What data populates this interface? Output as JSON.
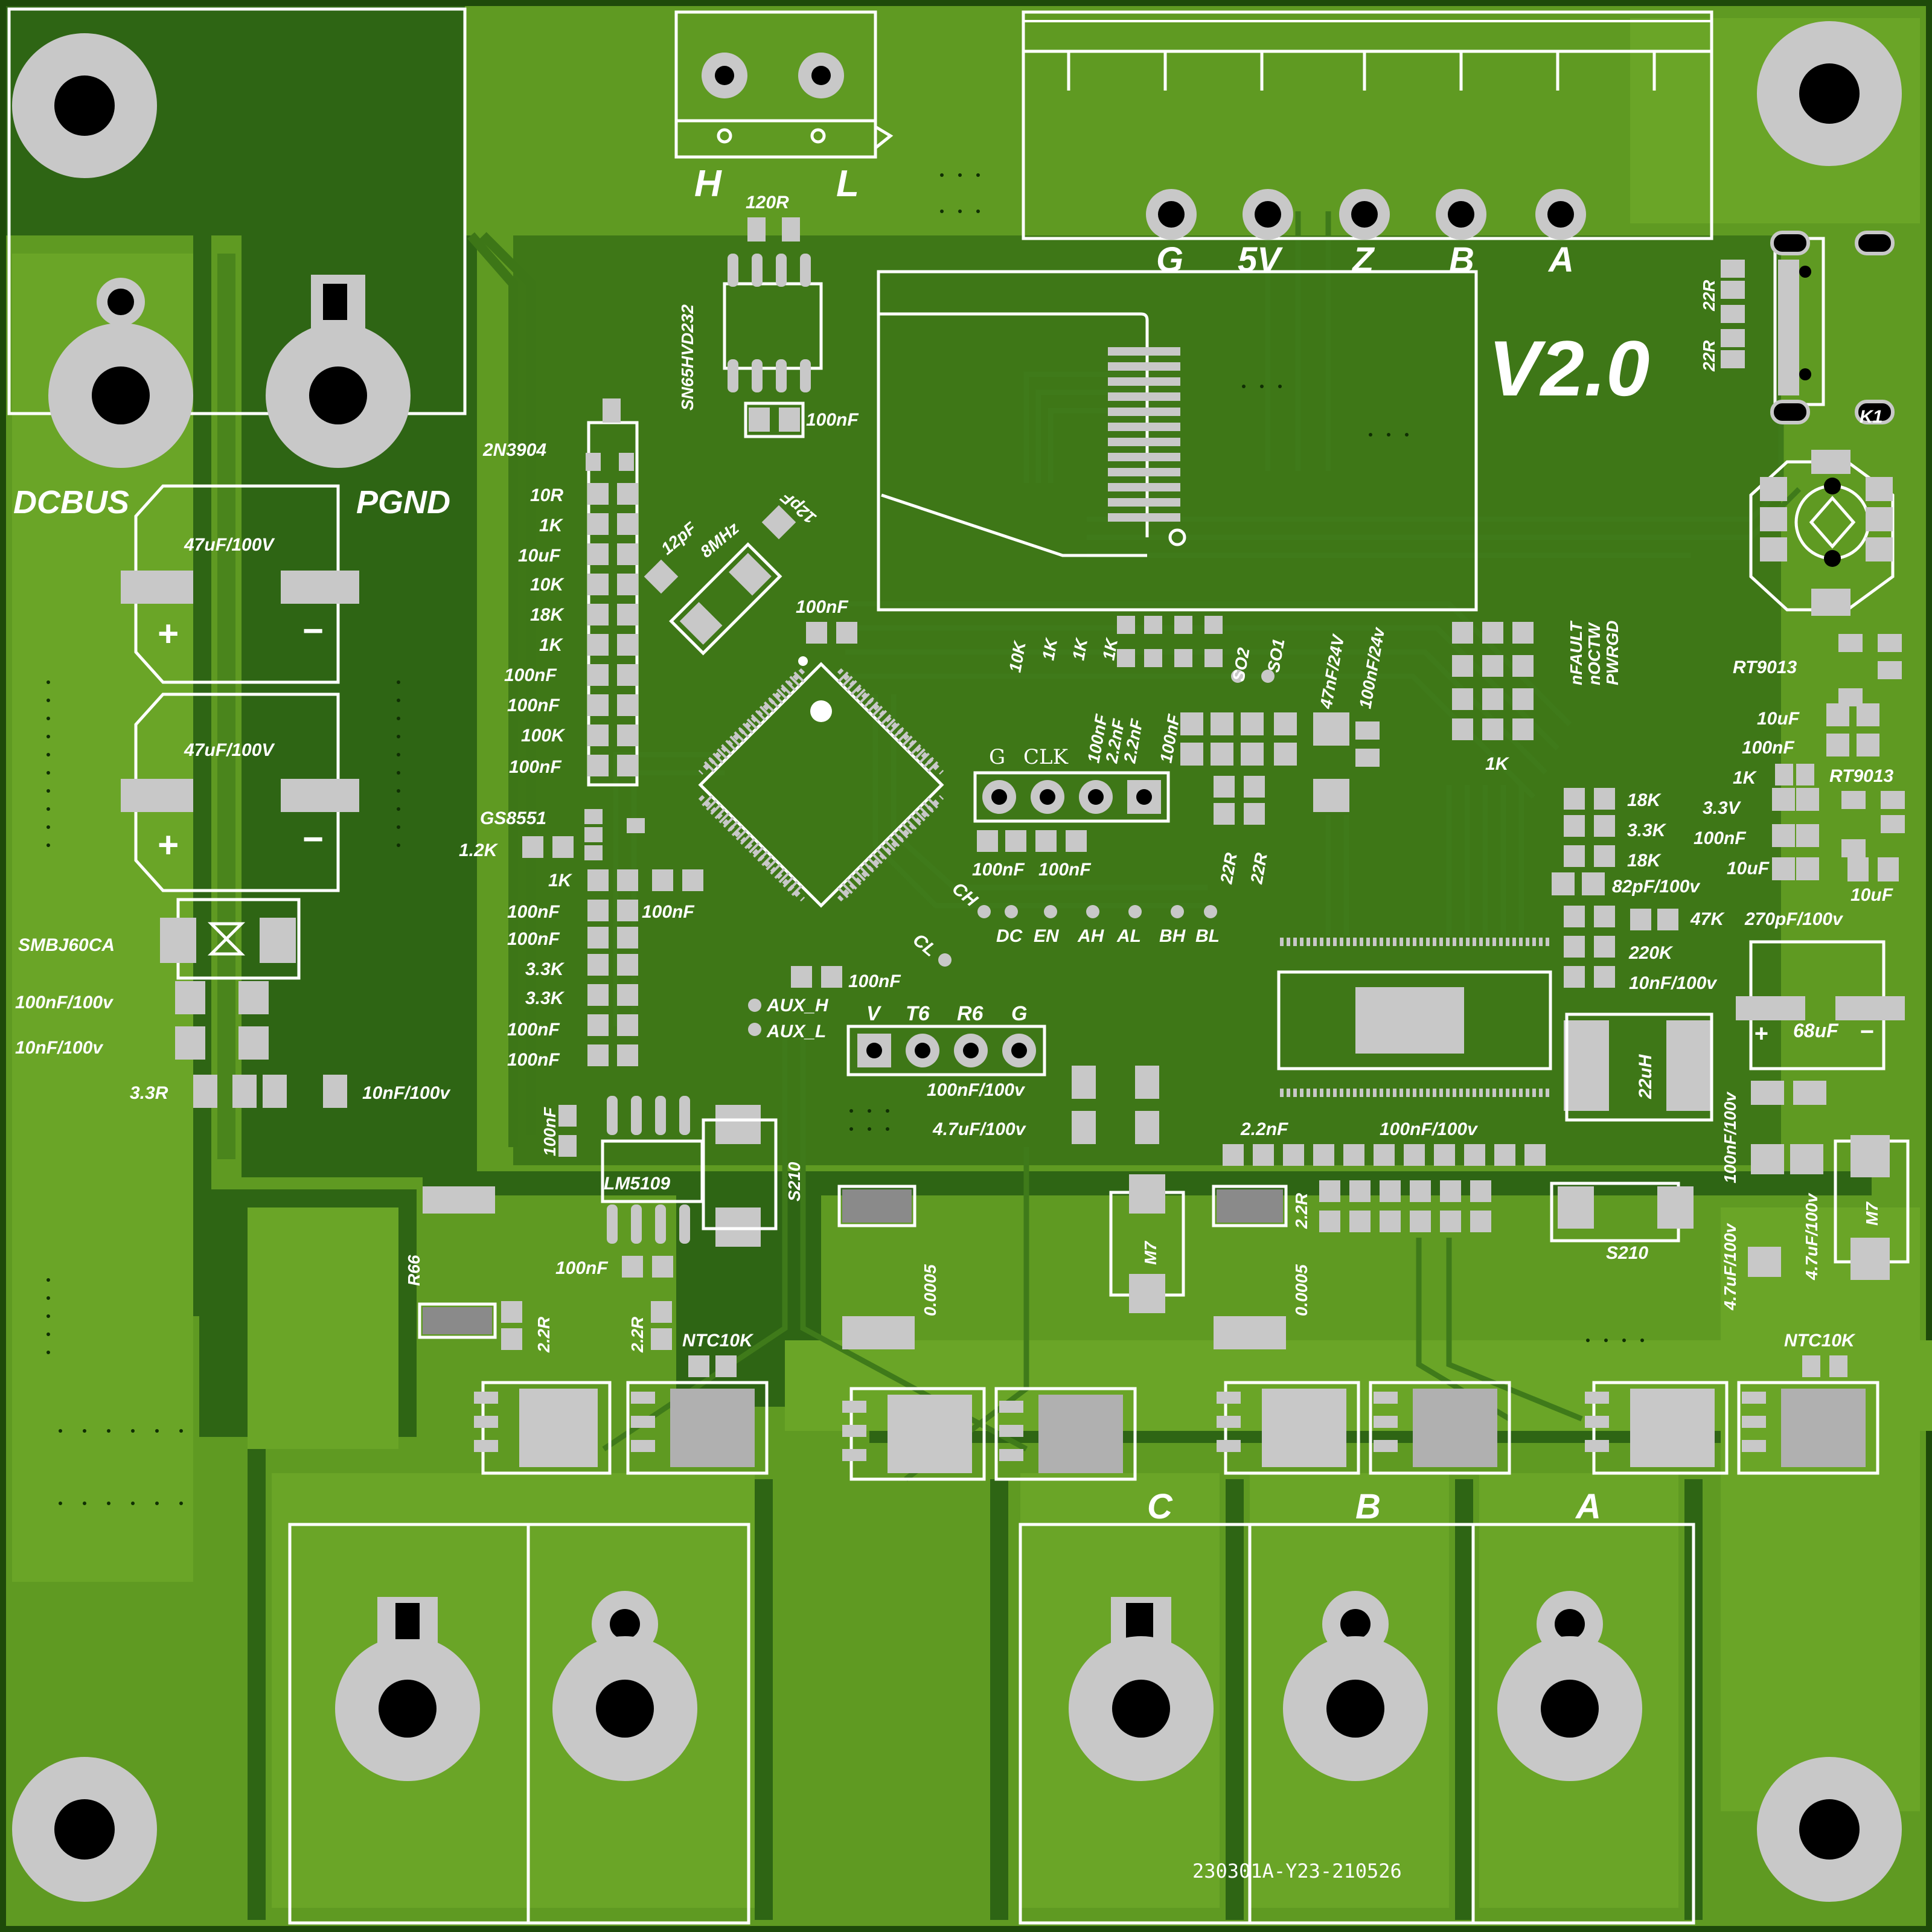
{
  "board": {
    "version": "V2.0",
    "serial": "230301A-Y23-210526",
    "colors": {
      "base": "#1e4a0a",
      "copper": "#5f9a22",
      "copper_dark": "#3f7a1a",
      "pad": "#c8c8c8",
      "silk": "#ffffff",
      "drill": "#000000"
    }
  },
  "connectors": {
    "power_in": {
      "left": "DCBUS",
      "right": "PGND"
    },
    "can": {
      "h": "H",
      "l": "L"
    },
    "encoder": [
      "G",
      "5V",
      "Z",
      "B",
      "A"
    ],
    "phases": [
      "C",
      "B",
      "A"
    ]
  },
  "headers": {
    "swd": [
      "G",
      "CLK"
    ],
    "aux": [
      "V",
      "T6",
      "R6",
      "G"
    ],
    "aux_pads": [
      "AUX_H",
      "AUX_L"
    ],
    "test_points": [
      "DC",
      "EN",
      "AH",
      "AL",
      "BH",
      "BL"
    ],
    "ch": "CH",
    "cl": "CL",
    "so": [
      "SO2",
      "SO1"
    ],
    "status": [
      "nFAULT",
      "nOCTW",
      "PWRGD"
    ],
    "k1": "K1"
  },
  "labels": {
    "ic_can": "SN65HVD232",
    "ic_ldo": "LM5109",
    "ic_transistor": "2N3904",
    "ic_gs": "GS8551",
    "tvs": "SMBJ60CA",
    "crystal": "8MHz",
    "r66": "R66",
    "rt9013_a": "RT9013",
    "rt9013_b": "RT9013",
    "s210_a": "S210",
    "s210_b": "S210",
    "m7_a": "M7",
    "m7_b": "M7",
    "ntc_a": "NTC10K",
    "ntc_b": "NTC10K",
    "shunt_a": "0.0005",
    "shunt_b": "0.0005",
    "cap_bulk_a": "47uF/100V",
    "cap_bulk_b": "47uF/100V",
    "cap_68": "68uF",
    "inductor": "22uH",
    "r120": "120R",
    "c100nf_can": "100nF",
    "c12pf_a": "12pF",
    "c12pf_b": "12pF",
    "c100nf_mcu": "100nF",
    "c100nf_mcu2": "100nF",
    "c100nf_aux": "100nF",
    "c100nf_ldo": "100nF",
    "c100nf_a": "100nF",
    "c100nf_b": "100nF",
    "c100nf_c": "100nF",
    "c4u7": "4.7uF/100v",
    "c100nf_100v": "100nF/100v",
    "c10nf_100v_a": "10nF/100v",
    "c100nf_100v_left": "100nF/100v",
    "c10nf_100v_left": "10nF/100v",
    "r33": "3.3R",
    "c10nf_100v_bot": "10nF/100v",
    "r22_a": "2.2R",
    "r22_b": "2.2R",
    "r22_c": "2.2R",
    "c22nf": "2.2nF",
    "c100nf_row": "100nF/100v",
    "c47nf": "47nF/24V",
    "c100nf_24v": "100nF/24v",
    "c47k": "47K",
    "c270pf": "270pF/100v",
    "c82pf": "82pF/100v",
    "r220k": "220K",
    "r18k_a": "18K",
    "r33k": "3.3K",
    "r18k_b": "18K",
    "c10nf_100v_r": "10nF/100v",
    "r22_top_a": "22R",
    "r22_top_b": "22R",
    "r22_mid_a": "22R",
    "r22_mid_b": "22R",
    "r1k_row": "1K",
    "rt_10uf_a": "10uF",
    "rt_100nf": "100nF",
    "rt_1k": "1K",
    "rt_3v3": "3.3V",
    "rt_100nf_b": "100nF",
    "rt_10uf_b": "10uF",
    "rt_10uf_c": "10uF",
    "c100nf_vert": "100nF/100v",
    "c47u_vert_a": "4.7uF/100v",
    "c47u_vert_b": "4.7uF/100v",
    "c100nf_ldo_top": "100nF",
    "c100nf_swd_a": "100nF",
    "c100nf_swd_b": "100nF"
  },
  "resistor_column_left": [
    "10R",
    "1K",
    "10uF",
    "10K",
    "18K",
    "1K",
    "100nF",
    "100nF",
    "100K",
    "100nF"
  ],
  "resistor_column_left2": [
    "1K",
    "100nF",
    "100nF",
    "3.3K",
    "3.3K",
    "100nF",
    "100nF"
  ],
  "gs_res": "1.2K",
  "vertical_row_top": [
    "10K",
    "1K",
    "1K",
    "1K"
  ],
  "vertical_caps": [
    "100nF",
    "2.2nF",
    "2.2nF",
    "100nF"
  ]
}
